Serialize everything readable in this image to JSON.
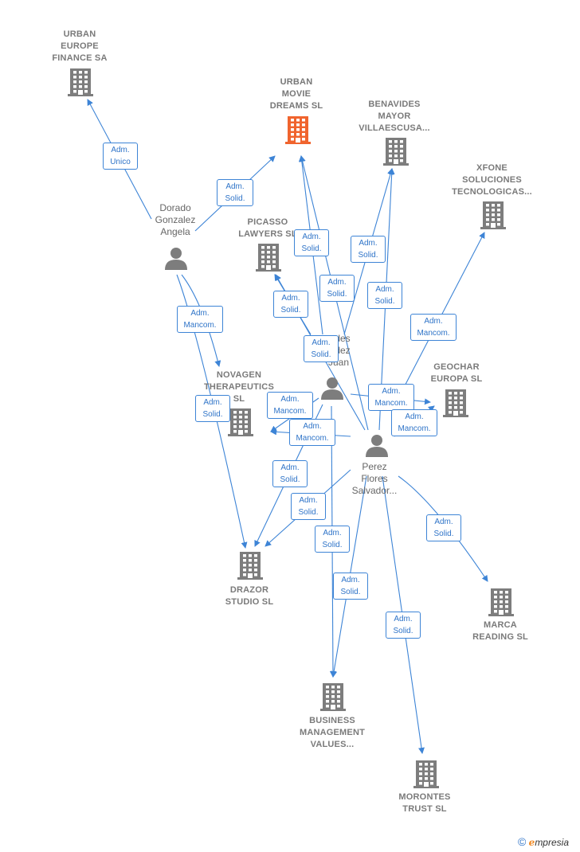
{
  "nodes": {
    "urban_europe": {
      "label": "URBAN\nEUROPE\nFINANCE SA",
      "kind": "company"
    },
    "urban_movie": {
      "label": "URBAN\nMOVIE\nDREAMS  SL",
      "kind": "company-main"
    },
    "benavides": {
      "label": "BENAVIDES\nMAYOR\nVILLAESCUSA...",
      "kind": "company"
    },
    "xfone": {
      "label": "XFONE\nSOLUCIONES\nTECNOLOGICAS...",
      "kind": "company"
    },
    "picasso": {
      "label": "PICASSO\nLAWYERS  SL",
      "kind": "company"
    },
    "novagen": {
      "label": "NOVAGEN\nTHERAPEUTICS\nSL",
      "kind": "company"
    },
    "geochar": {
      "label": "GEOCHAR\nEUROPA  SL",
      "kind": "company"
    },
    "drazor": {
      "label": "DRAZOR\nSTUDIO  SL",
      "kind": "company"
    },
    "marca": {
      "label": "MARCA\nREADING  SL",
      "kind": "company"
    },
    "business": {
      "label": "BUSINESS\nMANAGEMENT\nVALUES...",
      "kind": "company"
    },
    "morontes": {
      "label": "MORONTES\nTRUST  SL",
      "kind": "company"
    },
    "dorado": {
      "label": "Dorado\nGonzalez\nAngela",
      "kind": "person"
    },
    "fernandez": {
      "label": "...des\n...dez\nJuan",
      "kind": "person"
    },
    "perez": {
      "label": "Perez\nFlores\nSalvador...",
      "kind": "person"
    }
  },
  "edge_labels": {
    "e1": "Adm.\nUnico",
    "e2": "Adm.\nSolid.",
    "e3": "Adm.\nMancom.",
    "e4": "Adm.\nSolid.",
    "e5": "Adm.\nSolid.",
    "e6": "Adm.\nSolid.",
    "e7": "Adm.\nSolid.",
    "e8": "Adm.\nSolid.",
    "e9": "Adm.\nSolid.",
    "e10": "Adm.\nSolid.",
    "e11": "Adm.\nMancom.",
    "e12": "Adm.\nMancom.",
    "e13": "Adm.\nMancom.",
    "e14": "Adm.\nMancom.",
    "e15": "Adm.\nMancom.",
    "e16": "Adm.\nSolid.",
    "e17": "Adm.\nSolid.",
    "e18": "Adm.\nSolid.",
    "e19": "Adm.\nSolid.",
    "e20": "Adm.\nSolid.",
    "e21": "Adm.\nSolid.",
    "e22": "Adm.\nSolid."
  },
  "footer": {
    "copyright": "©",
    "brand_e": "e",
    "brand_rest": "mpresia"
  },
  "colors": {
    "edge": "#3d84d6",
    "building": "#7d7d7d",
    "building_main": "#f0642e",
    "person": "#7d7d7d"
  }
}
